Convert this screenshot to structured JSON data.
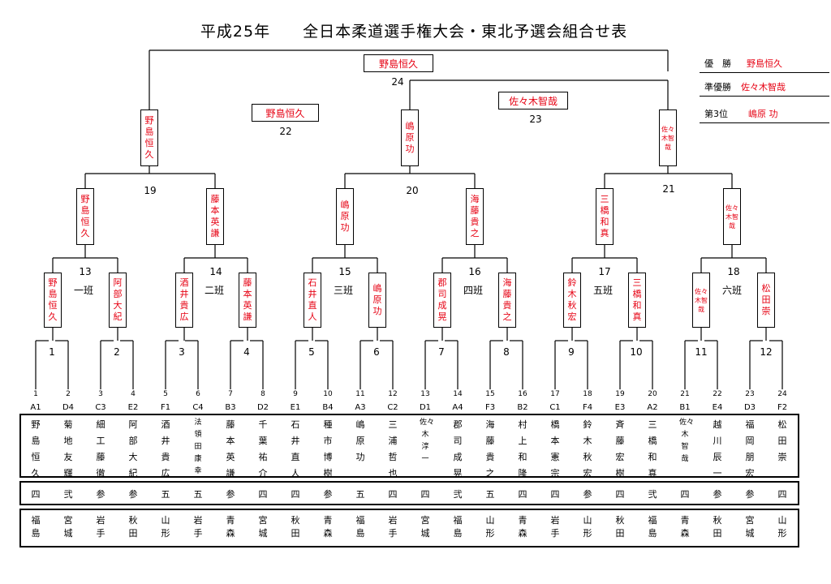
{
  "title": "平成25年　　全日本柔道選手権大会・東北予選会組合せ表",
  "results": [
    {
      "label": "優　勝",
      "name": "野島恒久"
    },
    {
      "label": "準優勝",
      "name": "佐々木智哉"
    },
    {
      "label": "第3位",
      "name": "嶋原 功"
    }
  ],
  "final": {
    "winner": "野島恒久",
    "match": "24"
  },
  "semi_banners": [
    {
      "name": "野島恒久",
      "match": "22"
    },
    {
      "name": "佐々木智哉",
      "match": "23"
    }
  ],
  "semifinalists": [
    "野島恒久",
    "嶋原功",
    "佐々木智哉"
  ],
  "group_winners": [
    "野島恒久",
    "藤本英謙",
    "嶋原功",
    "海藤貴之",
    "三橋和真",
    "佐々木智哉"
  ],
  "group_match_numbers": [
    "19",
    "20",
    "21"
  ],
  "sub_winners": [
    "野島恒久",
    "阿部大紀",
    "酒井貴広",
    "藤本英謙",
    "石井直人",
    "嶋原功",
    "郡司成晃",
    "海藤貴之",
    "鈴木秋宏",
    "三橋和真",
    "佐々木智哉",
    "松田崇"
  ],
  "han_numbers": [
    "13",
    "14",
    "15",
    "16",
    "17",
    "18"
  ],
  "han_names": [
    "一班",
    "二班",
    "三班",
    "四班",
    "五班",
    "六班"
  ],
  "first_round_numbers": [
    "1",
    "2",
    "3",
    "4",
    "5",
    "6",
    "7",
    "8",
    "9",
    "10",
    "11",
    "12"
  ],
  "seeds": [
    "1",
    "2",
    "3",
    "4",
    "5",
    "6",
    "7",
    "8",
    "9",
    "10",
    "11",
    "12",
    "13",
    "14",
    "15",
    "16",
    "17",
    "18",
    "19",
    "20",
    "21",
    "22",
    "23",
    "24"
  ],
  "codes": [
    "A1",
    "D4",
    "C3",
    "E2",
    "F1",
    "C4",
    "B3",
    "D2",
    "E1",
    "B4",
    "A3",
    "C2",
    "D1",
    "A4",
    "F3",
    "B2",
    "C1",
    "F4",
    "E3",
    "A2",
    "B1",
    "E4",
    "D3",
    "F2"
  ],
  "names": [
    "野島恒久",
    "菊地友輝",
    "細工藤徹",
    "阿部大紀",
    "酒井貴広",
    "法領田康幸",
    "藤本英謙",
    "千葉祐介",
    "石井直人",
    "種市博樹",
    "嶋原功",
    "三浦哲也",
    "佐々木淳一",
    "郡司成晃",
    "海藤貴之",
    "村上和隆",
    "橋本憲宗",
    "鈴木秋宏",
    "斉藤宏樹",
    "三橋和真",
    "佐々木智哉",
    "越川辰一",
    "福岡朋宏",
    "松田崇"
  ],
  "grades": [
    "四",
    "弐",
    "参",
    "参",
    "五",
    "五",
    "参",
    "四",
    "四",
    "参",
    "五",
    "四",
    "四",
    "弐",
    "五",
    "四",
    "四",
    "参",
    "四",
    "弐",
    "四",
    "参",
    "参",
    "四"
  ],
  "prefectures": [
    "福島",
    "宮城",
    "岩手",
    "秋田",
    "山形",
    "岩手",
    "青森",
    "宮城",
    "秋田",
    "青森",
    "福島",
    "岩手",
    "宮城",
    "福島",
    "山形",
    "青森",
    "岩手",
    "山形",
    "秋田",
    "福島",
    "青森",
    "秋田",
    "宮城",
    "山形"
  ],
  "colors": {
    "winner_text": "#e60012",
    "line": "#000000"
  }
}
